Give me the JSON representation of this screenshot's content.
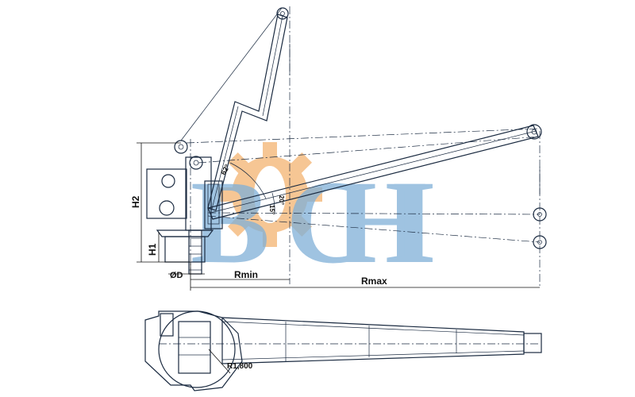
{
  "watermark": {
    "text_left": "B",
    "text_right": "CHI",
    "gear_color": "#f5b87a",
    "letter_color": "#7fb0d8"
  },
  "side_view": {
    "labels": {
      "h2": "H2",
      "h1": "H1",
      "diameter": "ØD",
      "rmin": "Rmin",
      "rmax": "Rmax"
    },
    "angles": {
      "max_luff": "62°",
      "outreach_1": "20°",
      "outreach_2": "15°"
    }
  },
  "top_view": {
    "labels": {
      "radius": "R1,800"
    }
  }
}
